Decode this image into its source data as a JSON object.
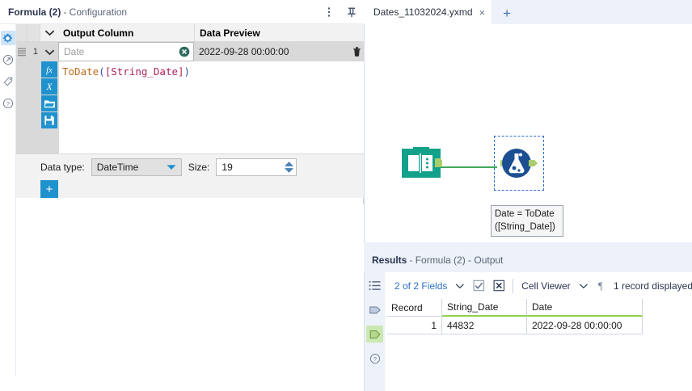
{
  "config": {
    "title_strong": "Formula (2)",
    "title_rest": "- Configuration",
    "menu_icon": "kebab-menu-icon",
    "pin_icon": "pin-icon",
    "rail": [
      {
        "name": "gear-icon",
        "label": "Configuration",
        "active": true
      },
      {
        "name": "arrow-circle-icon",
        "label": "Output",
        "active": false
      },
      {
        "name": "tag-icon",
        "label": "Annotation",
        "active": false
      },
      {
        "name": "help-circle-icon",
        "label": "Help",
        "active": false
      }
    ],
    "headers": {
      "output_column": "Output Column",
      "data_preview": "Data Preview"
    },
    "row": {
      "number": "1",
      "output_column_value": "Date",
      "data_preview_value": "2022-09-28 00:00:00",
      "clear_icon": "clear-circle-x-icon",
      "delete_icon": "trash-icon"
    },
    "expression_tools": [
      {
        "name": "function-fx-icon",
        "glyph": "ƒx"
      },
      {
        "name": "variable-x-icon",
        "glyph": "ᵍ"
      },
      {
        "name": "open-folder-icon",
        "glyph": "folder"
      },
      {
        "name": "save-disk-icon",
        "glyph": "disk"
      }
    ],
    "expression": {
      "function": "ToDate",
      "open_paren": "(",
      "field": "[String_Date]",
      "close_paren": ")"
    },
    "data_type_label": "Data type:",
    "data_type_value": "DateTime",
    "size_label": "Size:",
    "size_value": "19",
    "add_row_label": "+"
  },
  "canvas": {
    "tab_label": "Dates_11032024.yxmd",
    "tab_close": "×",
    "new_tab": "+",
    "nodes": [
      {
        "name": "input-data-tool",
        "icon": "book-input-icon",
        "color": "#13a18a"
      },
      {
        "name": "formula-tool",
        "icon": "flask-formula-icon",
        "color": "#1b4f91",
        "selected": true
      }
    ],
    "annotation_line1": "Date = ToDate",
    "annotation_line2": "([String_Date])"
  },
  "results": {
    "title_strong": "Results",
    "title_rest": "- Formula (2) - Output",
    "rail": [
      {
        "name": "list-view-icon",
        "active": false
      },
      {
        "name": "metadata-icon",
        "active": false
      },
      {
        "name": "output-anchor-icon",
        "active": true
      },
      {
        "name": "help-circle-icon",
        "active": false
      }
    ],
    "toolbar": {
      "fields_label": "2 of 2 Fields",
      "chevron": "∨",
      "select_all_icon": "checkbox-checked-icon",
      "deselect_icon": "checkbox-x-icon",
      "cell_viewer_label": "Cell Viewer",
      "pilcrow_icon": "pilcrow-icon",
      "record_count": "1 record displayed"
    },
    "table": {
      "columns": [
        "Record",
        "String_Date",
        "Date"
      ],
      "rows": [
        {
          "record": "1",
          "string_date": "44832",
          "date": "2022-09-28 00:00:00"
        }
      ]
    }
  },
  "colors": {
    "accent_blue": "#1f92ce",
    "link_blue": "#2e6fc7",
    "panel_blue": "#edf1f9",
    "input_tool_teal": "#13a18a",
    "formula_tool_navy": "#1b4f91",
    "anchor_green": "#a8cd6a",
    "header_green": "#8fd14f"
  }
}
